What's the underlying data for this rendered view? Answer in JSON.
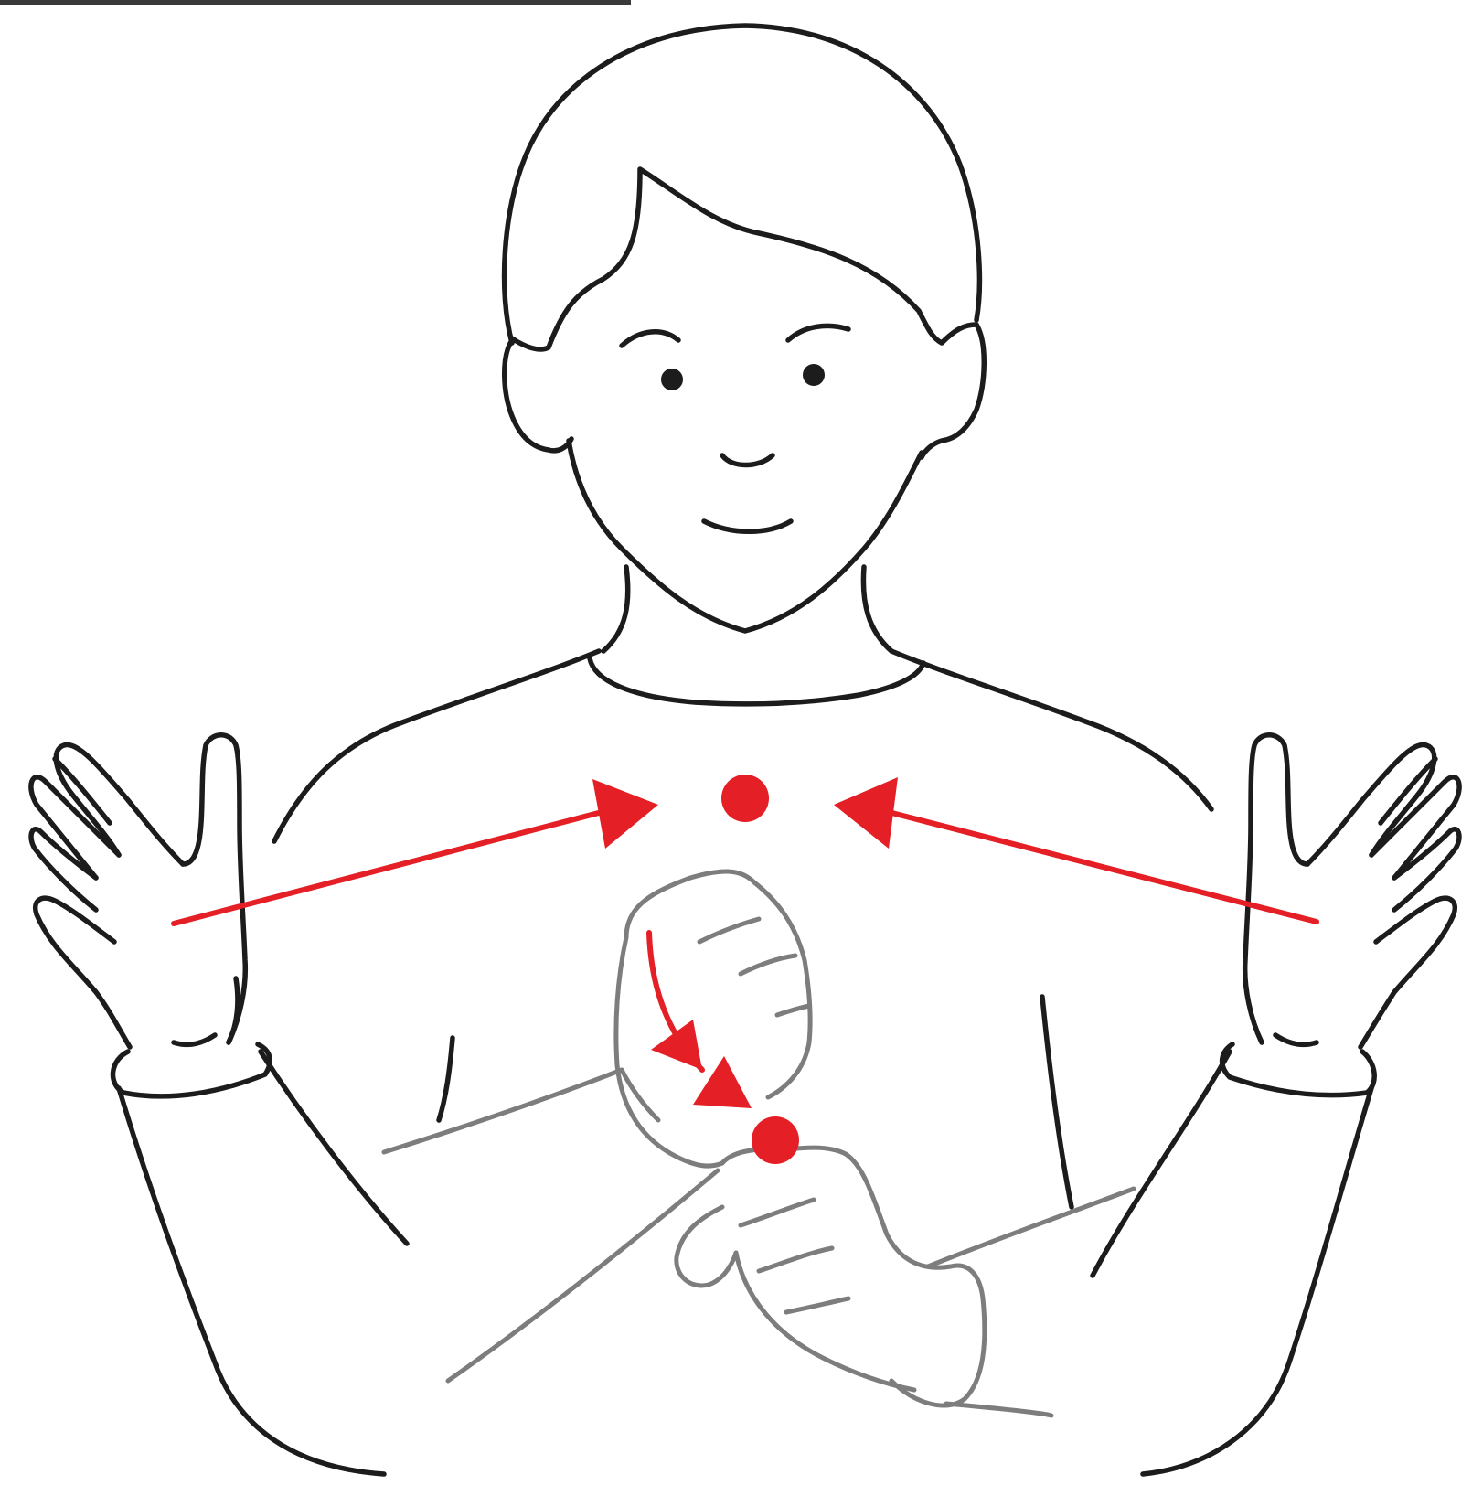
{
  "illustration": {
    "subject": "sign-language",
    "colors": {
      "outline": "#1c1c1c",
      "secondary_outline": "#7d7d7d",
      "movement_marks": "#e51f26",
      "background": "#ffffff"
    },
    "movement": {
      "open_hands": "converge-to-center",
      "fist": "downward-to-contact-point"
    }
  }
}
